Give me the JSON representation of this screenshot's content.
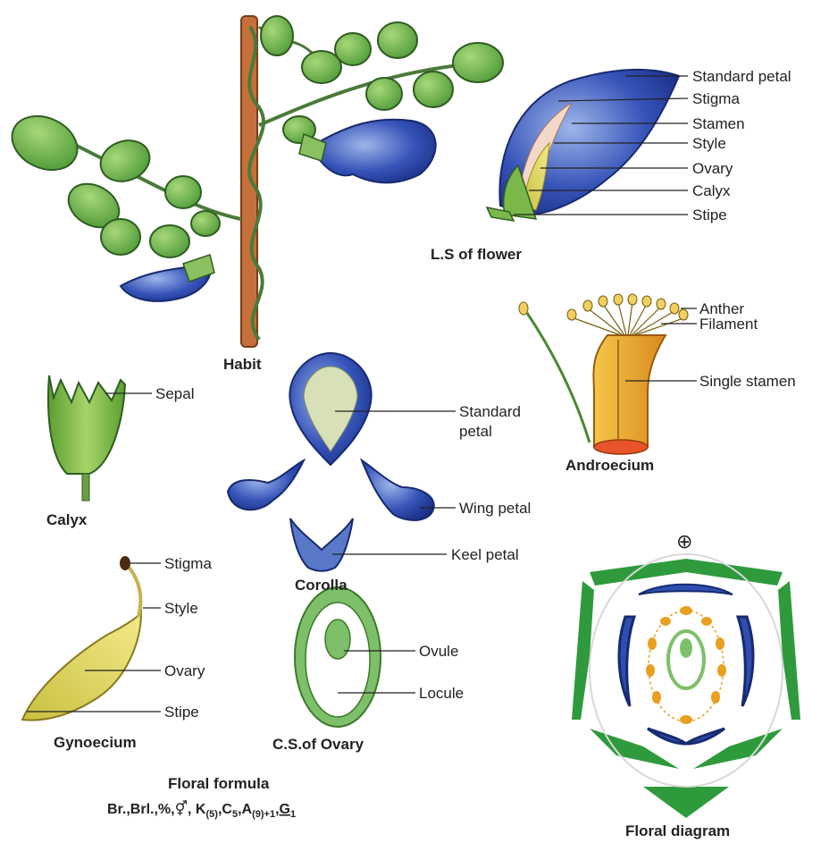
{
  "labels": {
    "ls": [
      "Standard petal",
      "Stigma",
      "Stamen",
      "Style",
      "Ovary",
      "Calyx",
      "Stipe"
    ],
    "sepal": "Sepal",
    "corolla": [
      "Standard",
      "petal",
      "Wing petal",
      "Keel petal"
    ],
    "androecium": [
      "Anther",
      "Filament",
      "Single stamen"
    ],
    "gynoecium": [
      "Stigma",
      "Style",
      "Ovary",
      "Stipe"
    ],
    "ovary_cs": [
      "Ovule",
      "Locule"
    ]
  },
  "captions": {
    "habit": "Habit",
    "ls_flower": "L.S of flower",
    "calyx": "Calyx",
    "corolla": "Corolla",
    "androecium": "Androecium",
    "gynoecium": "Gynoecium",
    "cs_ovary": "C.S.of Ovary",
    "floral_diagram": "Floral diagram",
    "floral_formula_title": "Floral formula"
  },
  "floral_formula": {
    "prefix": "Br.,Brl.,%,",
    "sex_symbol": "⚥",
    "k": "K",
    "k_sub": "(5)",
    "c": "C",
    "c_sub": "5",
    "a": "A",
    "a_sub": "(9)+1",
    "g": "G",
    "g_sub": "1"
  },
  "mother_axis_symbol": "⊕",
  "colors": {
    "leaf": "#6fb24a",
    "stem": "#c8703a",
    "petal_blue": "#2e4fb0",
    "sepal_green": "#2e9a3c",
    "stamen_orange": "#e8a020",
    "ovary_yellow": "#e8d85a"
  }
}
